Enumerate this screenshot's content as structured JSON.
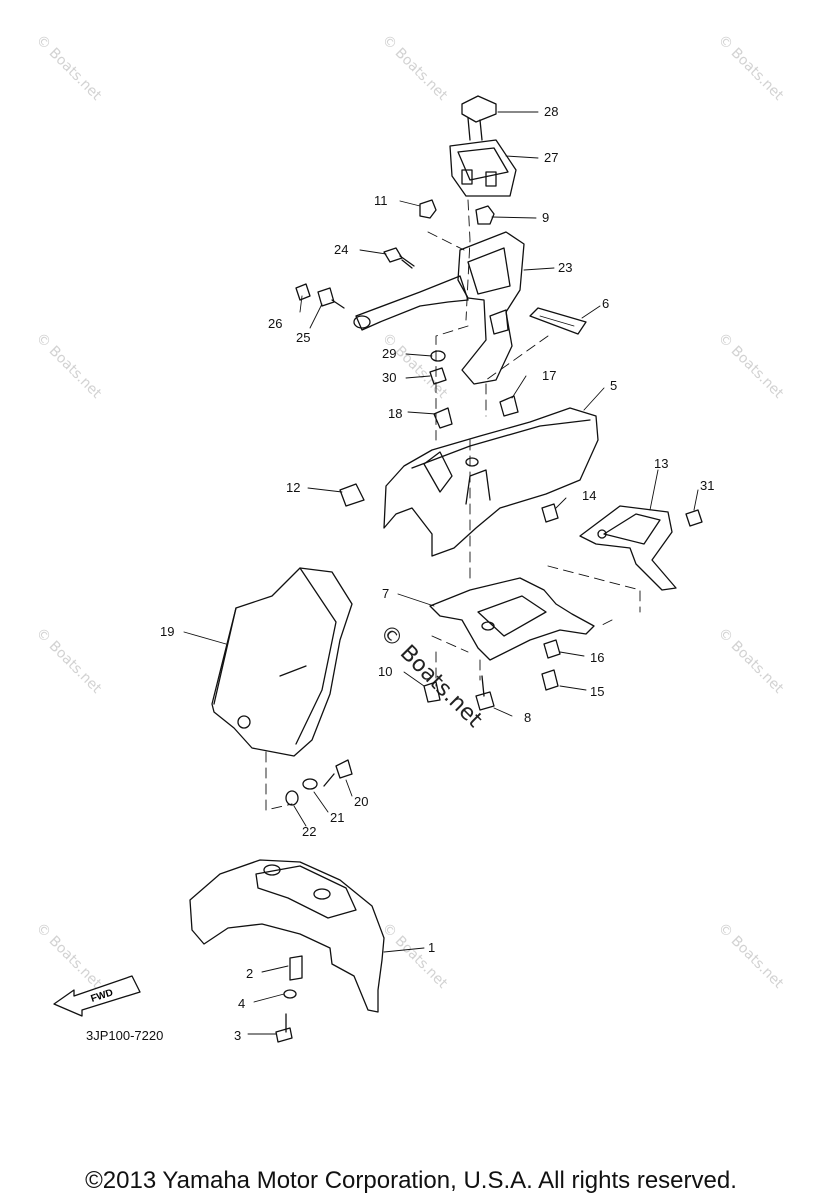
{
  "watermark": "© Boats.net",
  "diagram_watermark": "© Boats.net",
  "part_code": "3JP100-7220",
  "fwd_label": "FWD",
  "copyright": "©2013 Yamaha Motor Corporation, U.S.A. All rights reserved.",
  "callouts": [
    "1",
    "2",
    "3",
    "4",
    "5",
    "6",
    "7",
    "8",
    "9",
    "10",
    "11",
    "12",
    "13",
    "14",
    "15",
    "16",
    "17",
    "18",
    "19",
    "20",
    "21",
    "22",
    "23",
    "24",
    "25",
    "26",
    "27",
    "28",
    "29",
    "30",
    "31"
  ]
}
